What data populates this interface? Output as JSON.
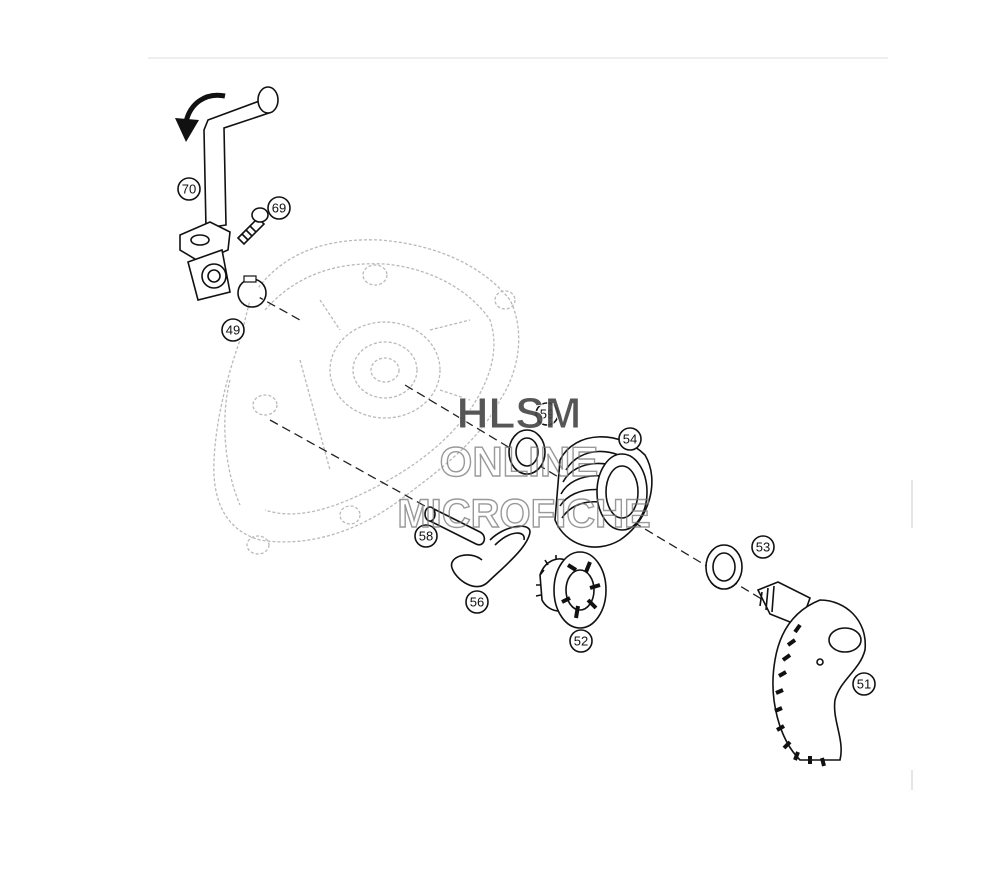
{
  "callouts": {
    "p70": "70",
    "p69": "69",
    "p49": "49",
    "p59": "59",
    "p54": "54",
    "p58": "58",
    "p53": "53",
    "p56": "56",
    "p52": "52",
    "p51": "51"
  },
  "watermark": {
    "line1": "HLSM",
    "line2": "ONLINE",
    "line3": "MICROFICHE"
  }
}
